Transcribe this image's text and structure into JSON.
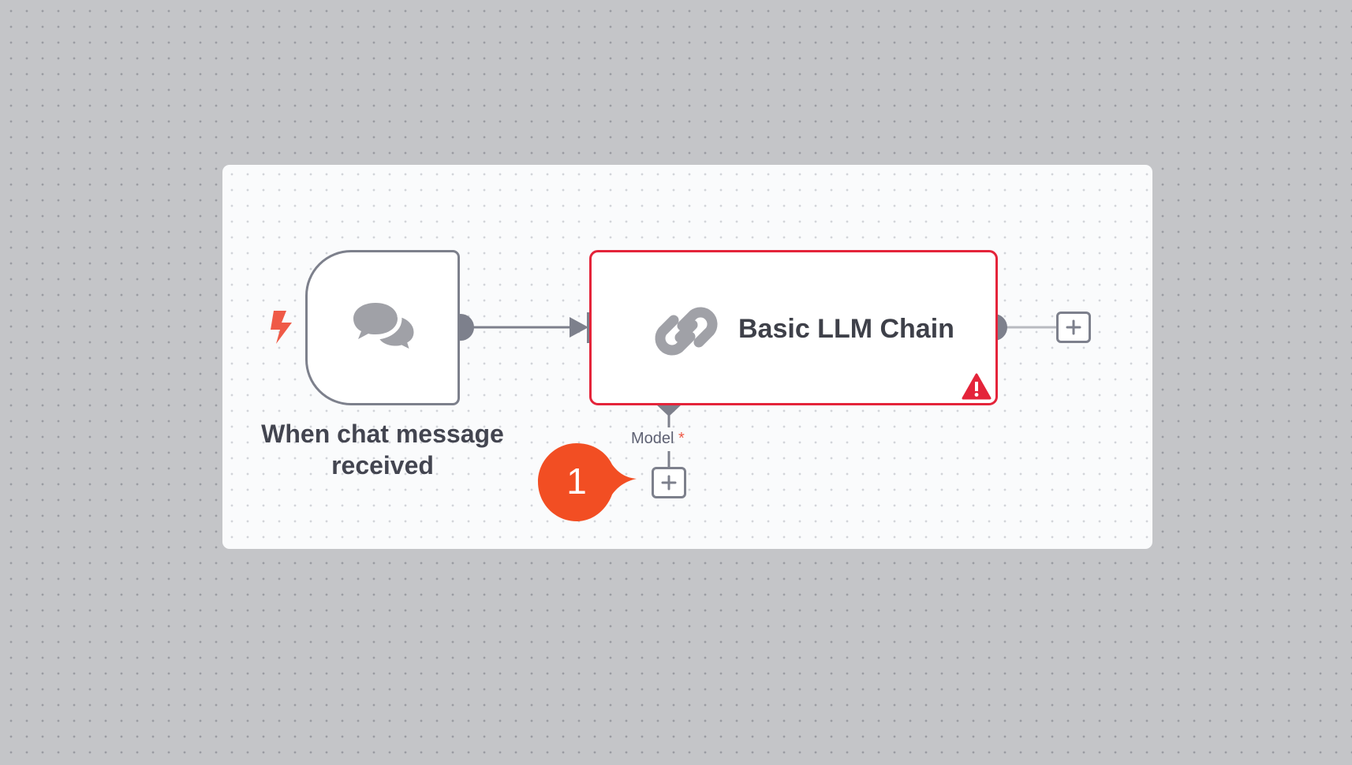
{
  "canvas": {
    "nodes": {
      "trigger": {
        "label": "When chat message received",
        "icon": "chat-bubbles-icon",
        "badge_icon": "lightning-bolt-icon"
      },
      "chain": {
        "label": "Basic LLM Chain",
        "icon": "link-icon",
        "status_icon": "warning-icon",
        "status": "error"
      }
    },
    "model_connector": {
      "label": "Model",
      "required_mark": "*"
    },
    "tutorial_step": {
      "number": "1"
    }
  },
  "colors": {
    "canvas_bg": "#c4c5c8",
    "panel_bg": "#fafbfc",
    "node_border": "#7d808c",
    "error_border": "#e4243a",
    "accent_orange": "#f24e23",
    "bolt": "#ef5a47",
    "text": "#434550"
  }
}
